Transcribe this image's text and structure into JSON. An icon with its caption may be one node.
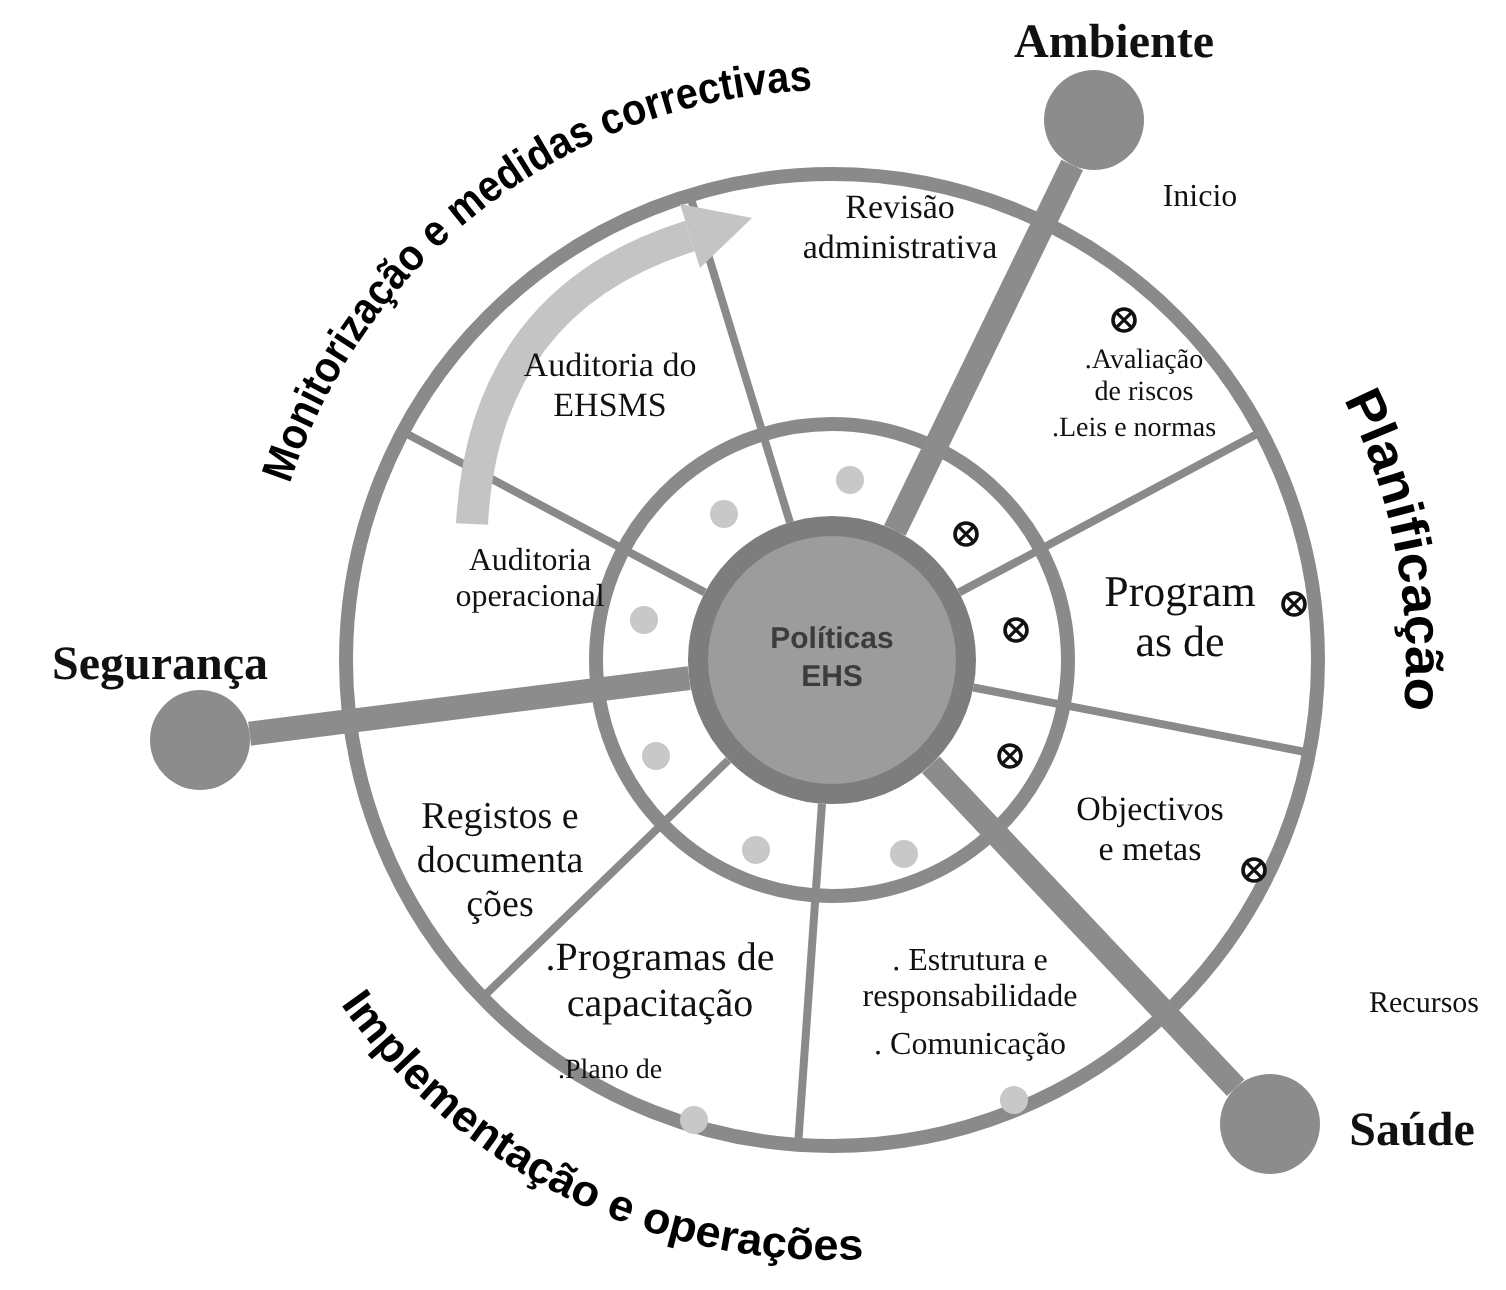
{
  "diagram": {
    "nodes": [
      {
        "text": [
          "Políticas EHS"
        ]
      },
      {
        "text": [
          "Ambiente"
        ]
      },
      {
        "text": [
          "Segurança"
        ]
      },
      {
        "text": [
          "Saúde"
        ]
      }
    ],
    "edges": [
      {
        "from": 0,
        "to": 1,
        "arrow": "none"
      },
      {
        "from": 0,
        "to": 2,
        "arrow": "none"
      },
      {
        "from": 0,
        "to": 3,
        "arrow": "none"
      }
    ],
    "labels": [
      "Monitorização e medidas correctivas",
      "Revisão administrativa",
      "Inicio",
      "Auditoria do EHSMS",
      ".Avaliação de riscos",
      ".Leis e normas",
      "Planificação",
      "Auditoria operacional",
      "Program as de",
      "Objectivos e metas",
      "Registos e documenta ções",
      ".Programas de capacitação",
      ".Plano de",
      ". Estrutura e responsabilidade",
      ". Comunicação",
      "Recursos",
      "Implementação e operações"
    ]
  }
}
